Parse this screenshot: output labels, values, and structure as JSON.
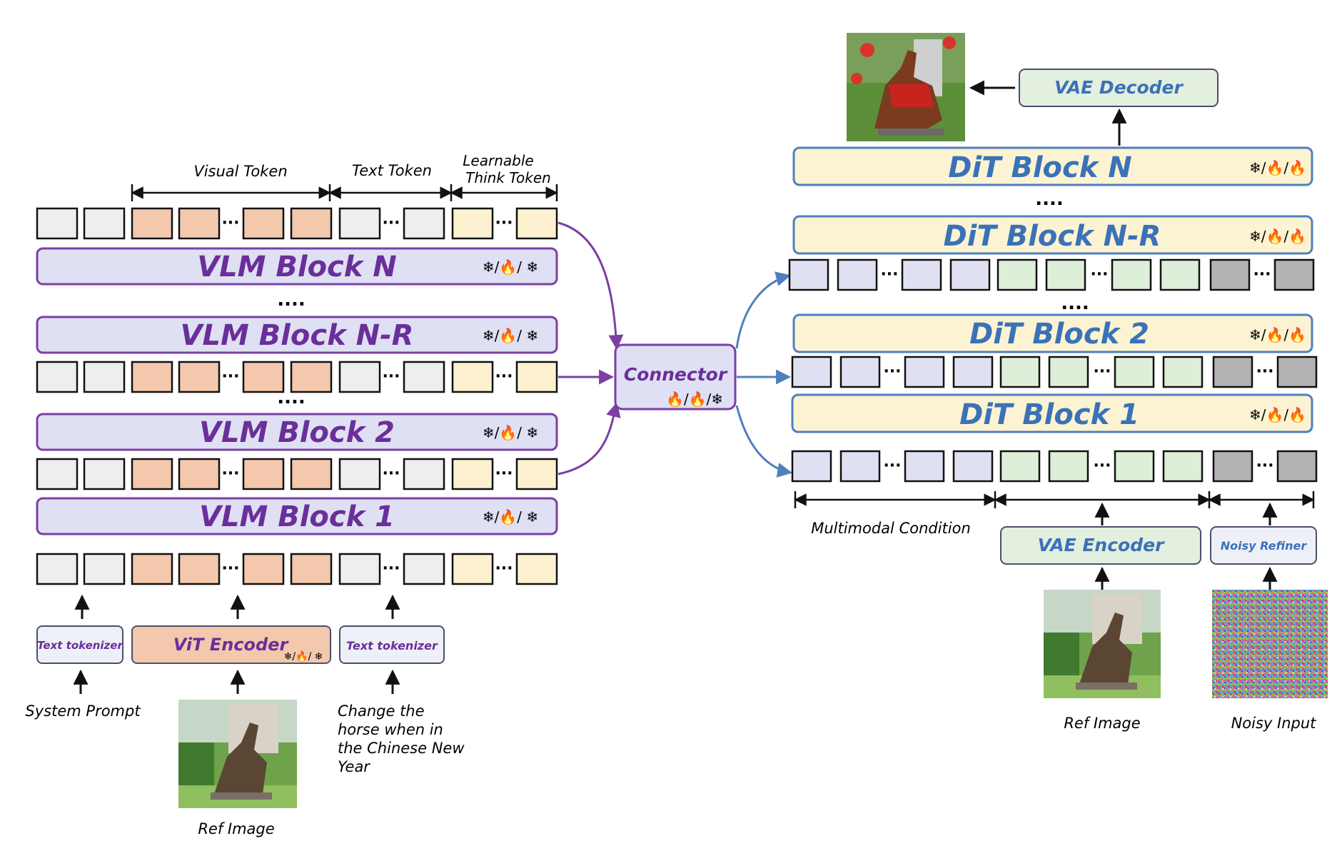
{
  "vlm": {
    "span_labels": {
      "visual": "Visual Token",
      "text": "Text Token",
      "learnable_line1": "Learnable",
      "learnable_line2": "Think Token"
    },
    "blocks": [
      {
        "label": "VLM Block N",
        "status": "❄/🔥/ ❄"
      },
      {
        "label": "VLM Block N-R",
        "status": "❄/🔥/ ❄"
      },
      {
        "label": "VLM Block 2",
        "status": "❄/🔥/ ❄"
      },
      {
        "label": "VLM Block 1",
        "status": "❄/🔥/ ❄"
      }
    ],
    "ellipsis": "....",
    "dots": "···",
    "text_tokenizer_left": "Text tokenizer",
    "vit_encoder": "ViT Encoder",
    "vit_status": "❄/🔥/ ❄",
    "text_tokenizer_right": "Text tokenizer",
    "system_prompt": "System Prompt",
    "instruction": [
      "Change the",
      "horse when in",
      "the Chinese New",
      "Year"
    ],
    "ref_image_label": "Ref Image"
  },
  "connector": {
    "label": "Connector",
    "status": "🔥/🔥/❄"
  },
  "dit": {
    "vae_decoder": "VAE Decoder",
    "blocks": [
      {
        "label": "DiT Block N",
        "status": "❄/🔥/🔥"
      },
      {
        "label": "DiT Block N-R",
        "status": "❄/🔥/🔥"
      },
      {
        "label": "DiT Block 2",
        "status": "❄/🔥/🔥"
      },
      {
        "label": "DiT Block 1",
        "status": "❄/🔥/🔥"
      }
    ],
    "ellipsis": "....",
    "dots": "···",
    "multimodal_condition": "Multimodal Condition",
    "vae_encoder": "VAE Encoder",
    "noisy_refiner": "Noisy Refiner",
    "ref_image_label": "Ref Image",
    "noisy_input_label": "Noisy Input"
  },
  "colors": {
    "vlm_block_fill": "#dfe0f3",
    "vlm_block_stroke": "#7b3fa6",
    "vlm_text": "#6a2f9a",
    "visual_token": "#f3c8ad",
    "text_token": "#eeeeee",
    "think_token": "#fdf1cf",
    "dit_block_fill": "#fcf3d2",
    "dit_block_stroke": "#4f7fbf",
    "dit_text": "#3a72b8",
    "dit_cond_token": "#dfe1f3",
    "dit_img_token": "#deefd9",
    "dit_noise_token": "#b3b3b3",
    "vae_fill": "#e3efdf",
    "connector_fill": "#dfe0f3",
    "arrow_purple": "#7b3fa6",
    "arrow_blue": "#4f7fbf"
  }
}
